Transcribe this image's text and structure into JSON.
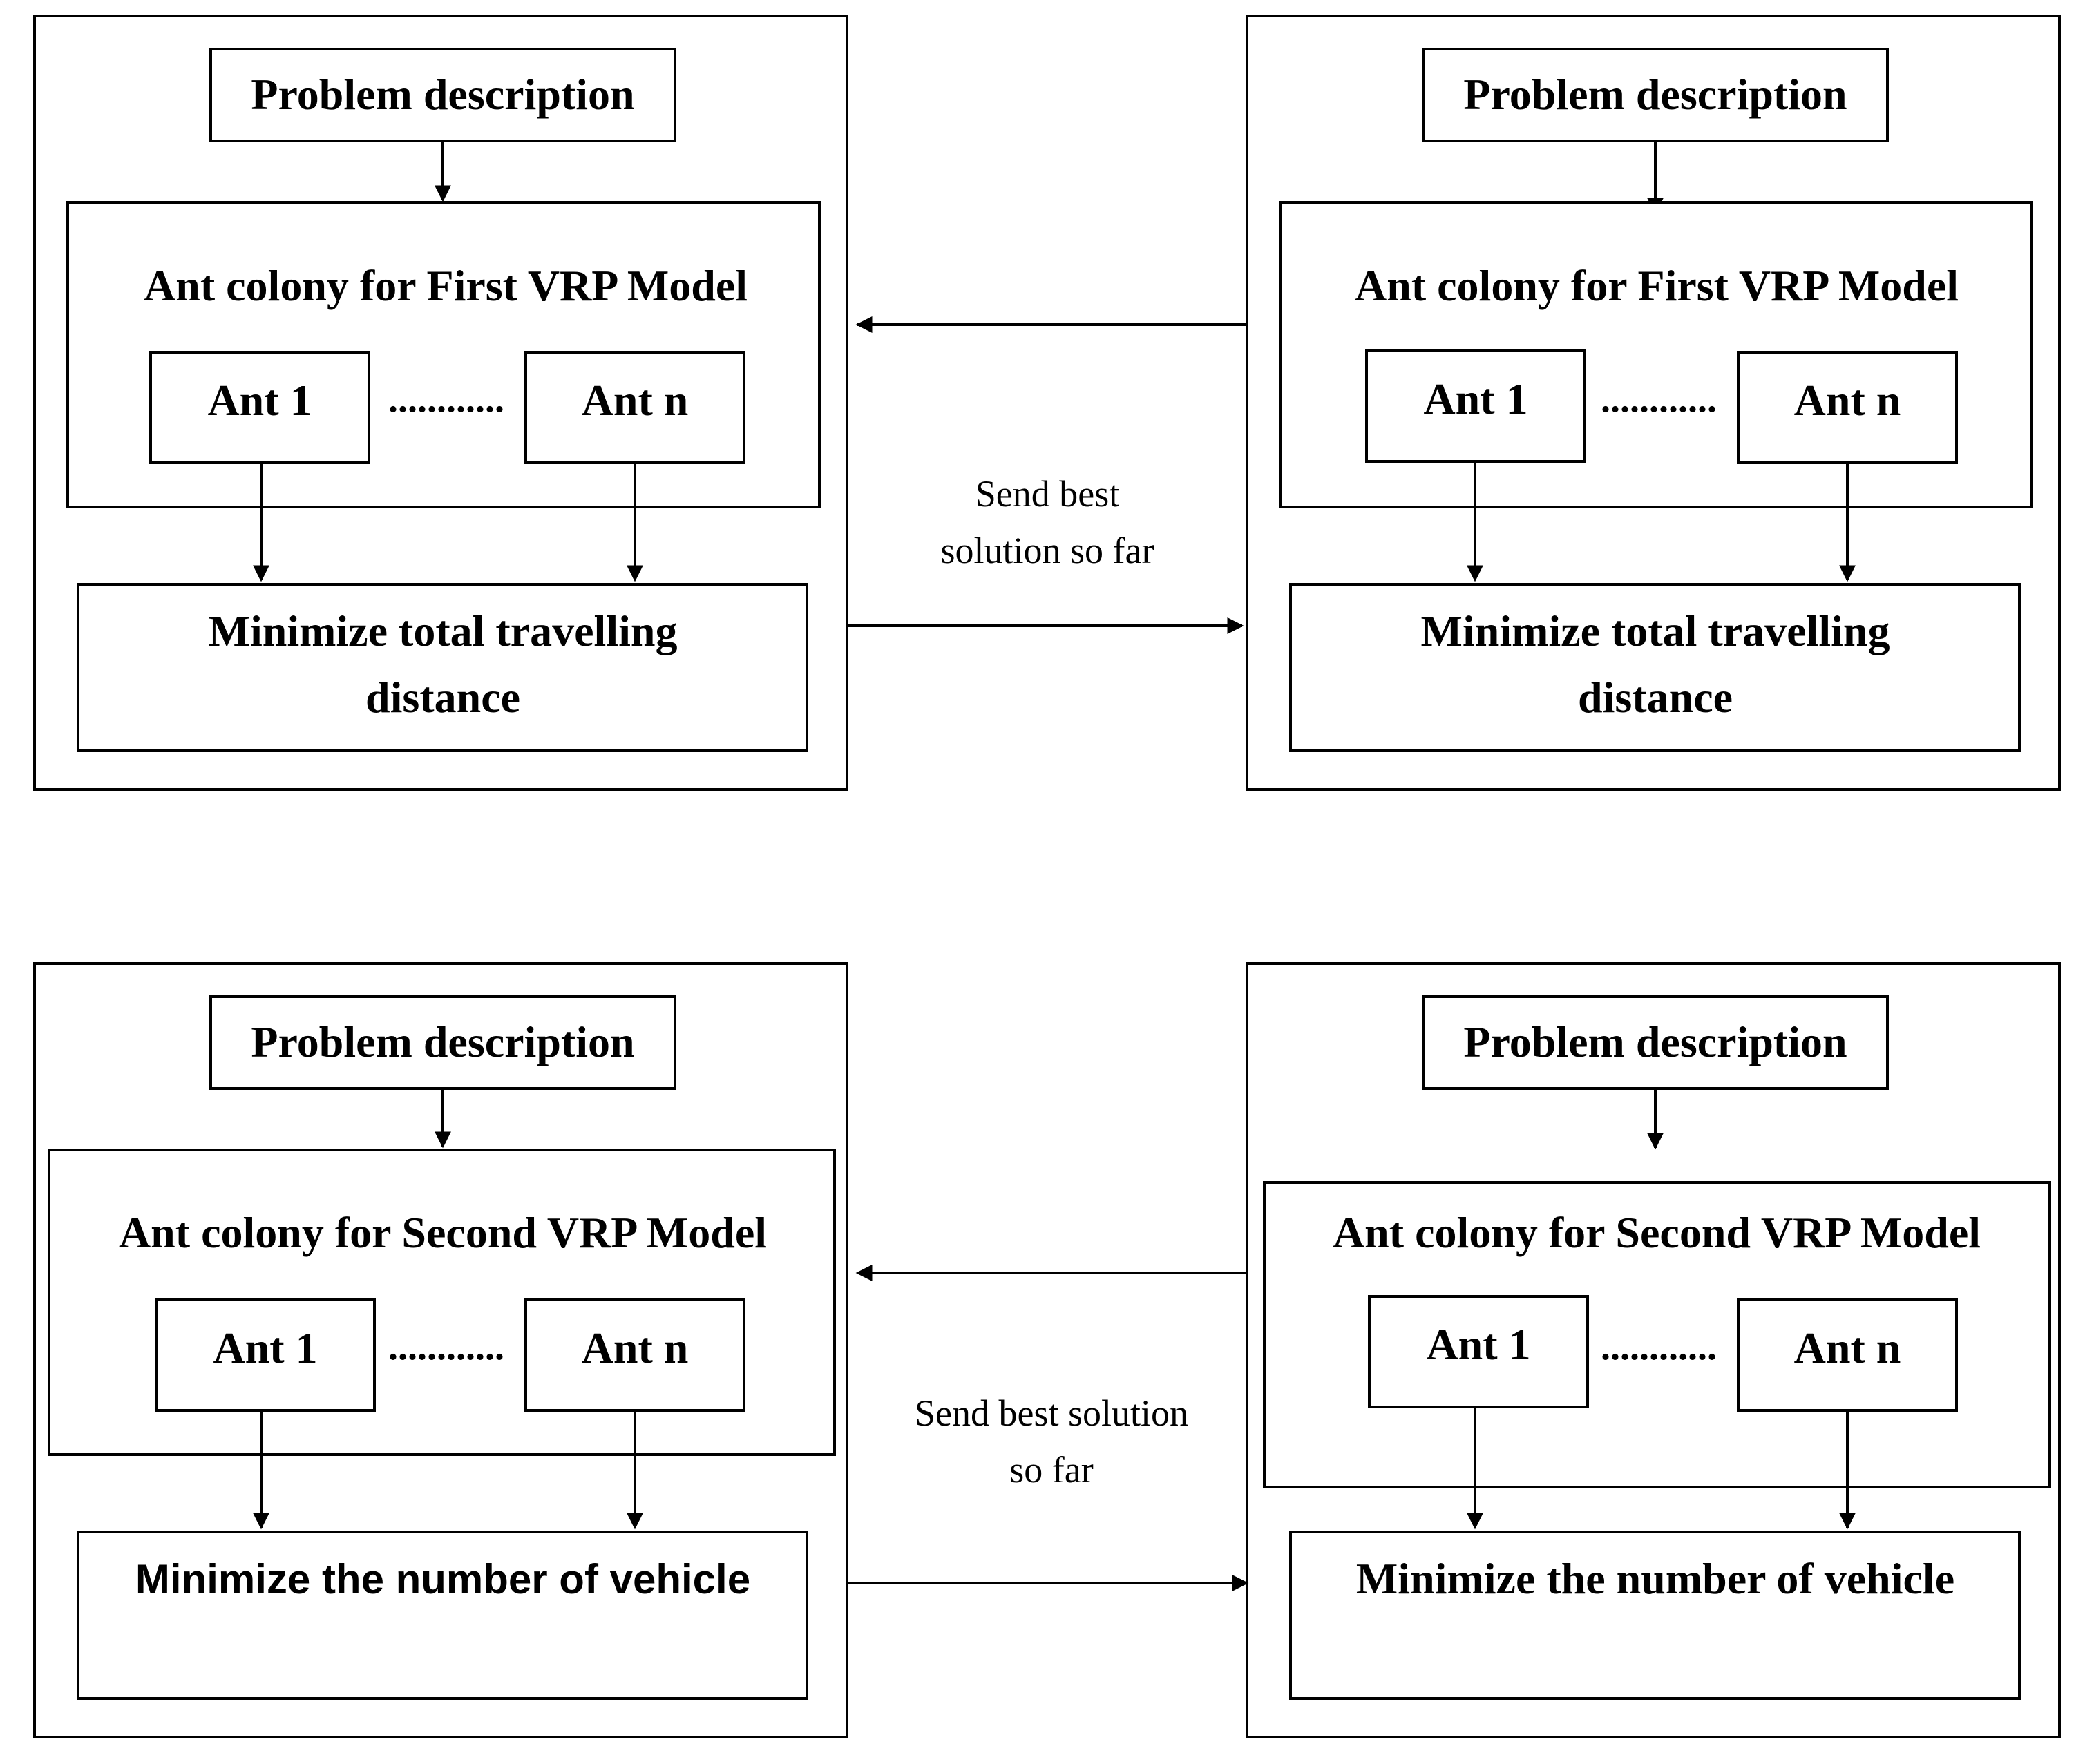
{
  "diagram": {
    "top": {
      "left": {
        "problem": "Problem description",
        "colony": "Ant colony  for First VRP Model",
        "ant_first": "Ant 1",
        "dots": "............",
        "ant_last": "Ant n",
        "objective_line1": "Minimize total travelling",
        "objective_line2": "distance"
      },
      "right": {
        "problem": "Problem description",
        "colony": "Ant colony  for First VRP Model",
        "ant_first": "Ant 1",
        "dots": "............",
        "ant_last": "Ant n",
        "objective_line1": "Minimize total travelling",
        "objective_line2": "distance"
      },
      "exchange_line1": "Send best",
      "exchange_line2": "solution so far"
    },
    "bottom": {
      "left": {
        "problem": "Problem description",
        "colony": "Ant colony  for Second VRP Model",
        "ant_first": "Ant 1",
        "dots": "............",
        "ant_last": "Ant n",
        "objective_line1": "Minimize the number of vehicle"
      },
      "right": {
        "problem": "Problem description",
        "colony": "Ant colony  for Second VRP Model",
        "ant_first": "Ant 1",
        "dots": "............",
        "ant_last": "Ant n",
        "objective_line1": "Minimize the number of vehicle"
      },
      "exchange_line1": "Send best solution",
      "exchange_line2": "so far"
    }
  }
}
